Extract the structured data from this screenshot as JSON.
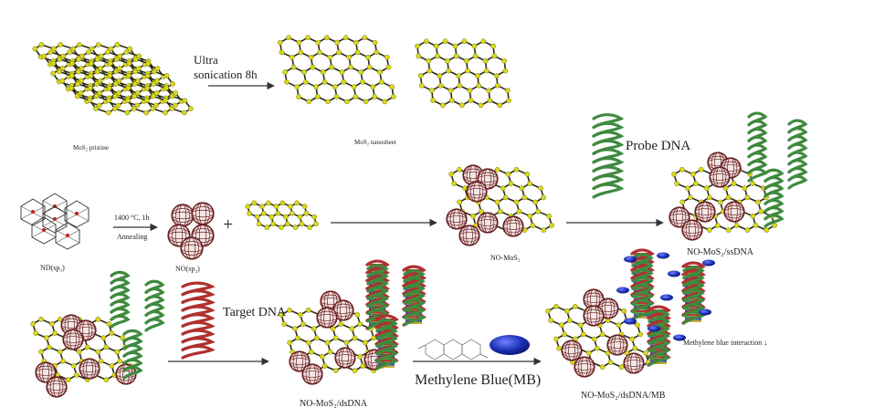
{
  "labels": {
    "ultra_sonication_1": "Ultra",
    "ultra_sonication_2": "sonication 8h",
    "mos2_pristine": "MoS₂ pristine",
    "mos2_nanosheet": "MoS₂ nanosheet",
    "annealing_temp": "1400 °C, 1h",
    "annealing": "Annealing",
    "nd_sp3": "ND(sp₃)",
    "no_sp2": "NO(sp₂)",
    "plus": "+",
    "no_mos2": "NO-MoS₂",
    "probe_dna": "Probe DNA",
    "no_mos2_ssdna": "NO-MoS₂/ssDNA",
    "target_dna": "Target DNA",
    "no_mos2_dsdna": "NO-MoS₂/dsDNA",
    "methylene_blue": "Methylene Blue(MB)",
    "mb_interaction": "Methylene blue interaction ↓",
    "no_mos2_dsdna_mb": "NO-MoS₂/dsDNA/MB"
  },
  "colors": {
    "lattice_edge": "#2a2a1a",
    "sulfur_node": "#d8d81e",
    "node_stroke": "#7a7a10",
    "nanodot": "#6b1f1f",
    "probe_dna": "#3f8a3f",
    "target_dna": "#b03030",
    "mb_molecule": "#1b2fb5",
    "arrow": "#333333"
  },
  "icons": {
    "lattice": "mos2-hex-lattice",
    "nanodot": "carbon-nano-onion",
    "helix": "dna-helix",
    "molecule": "methylene-blue-ellipse"
  }
}
